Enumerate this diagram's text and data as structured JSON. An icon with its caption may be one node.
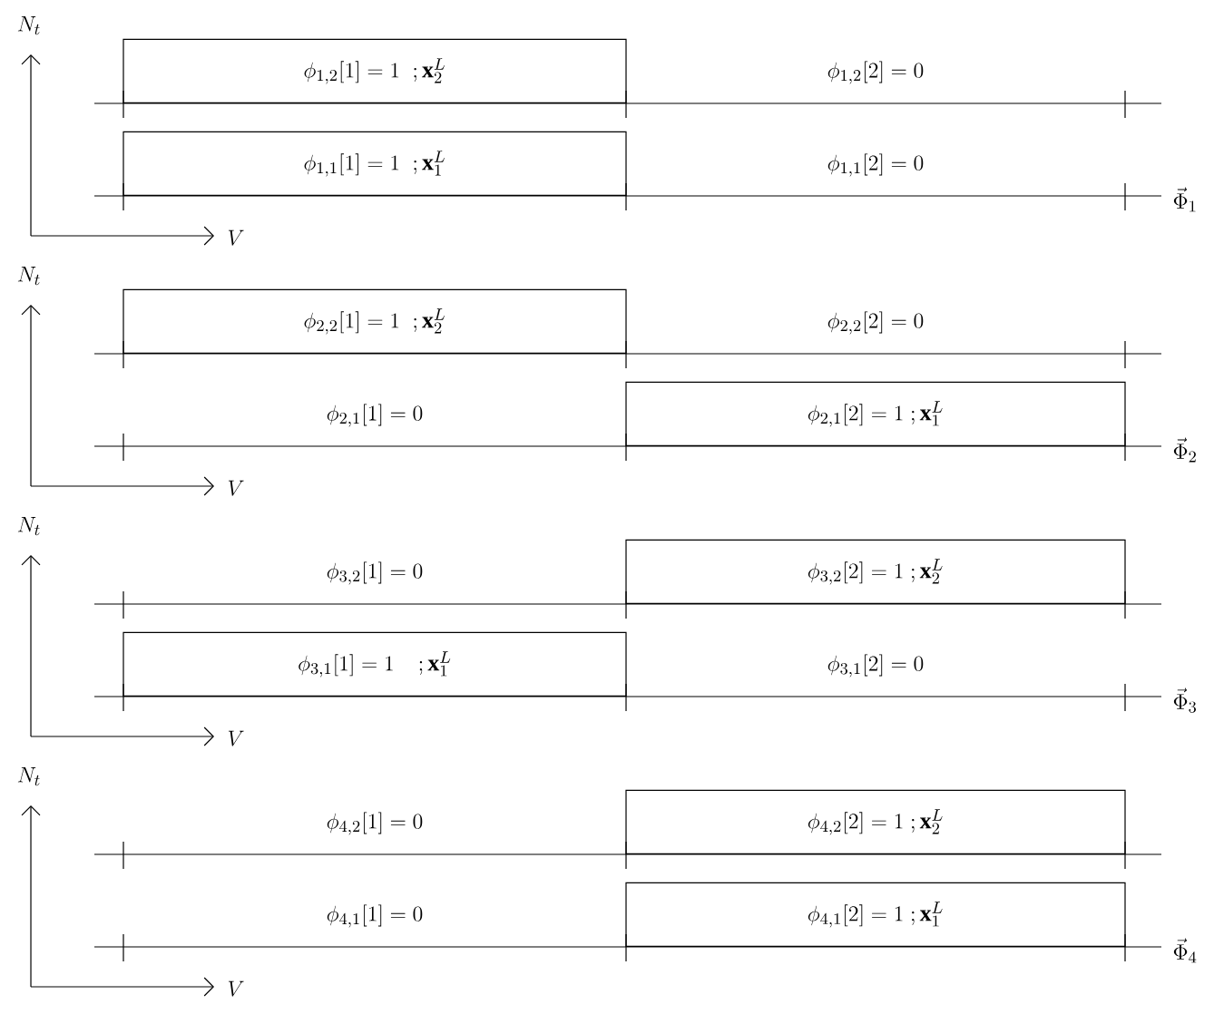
{
  "diagram": {
    "nodes": [
      {
        "text": [
          "\\phi_{1,2}[1] = 1 \\;\\; ; \\mathbf{x}_2^L"
        ]
      },
      {
        "text": [
          "\\phi_{1,1}[1] = 1 \\;\\; ; \\mathbf{x}_1^L"
        ]
      },
      {
        "text": [
          "\\phi_{2,2}[1] = 1 \\;\\; ; \\mathbf{x}_2^L"
        ]
      },
      {
        "text": [
          "\\phi_{2,1}[2] = 1 \\; ; \\mathbf{x}_1^L"
        ]
      },
      {
        "text": [
          "\\phi_{3,2}[2] = 1 \\; ; \\mathbf{x}_2^L"
        ]
      },
      {
        "text": [
          "\\phi_{3,1}[1] = 1 \\quad ; \\mathbf{x}_1^L"
        ]
      },
      {
        "text": [
          "\\phi_{4,2}[2] = 1 \\; ; \\mathbf{x}_2^L"
        ]
      },
      {
        "text": [
          "\\phi_{4,1}[2] = 1 \\; ; \\mathbf{x}_1^L"
        ]
      }
    ],
    "labels": [
      "N_t",
      "\\phi_{1,2}[2] = 0",
      "\\phi_{1,1}[2] = 0",
      "\\vec{\\Phi}_1",
      "V",
      "N_t",
      "\\phi_{2,2}[2] = 0",
      "\\phi_{2,1}[1] = 0",
      "\\vec{\\Phi}_2",
      "V",
      "N_t",
      "\\phi_{3,2}[1] = 0",
      "\\phi_{3,1}[2] = 0",
      "\\vec{\\Phi}_3",
      "V",
      "N_t",
      "\\phi_{4,2}[1] = 0",
      "\\phi_{4,1}[1] = 0",
      "\\vec{\\Phi}_4",
      "V"
    ]
  }
}
